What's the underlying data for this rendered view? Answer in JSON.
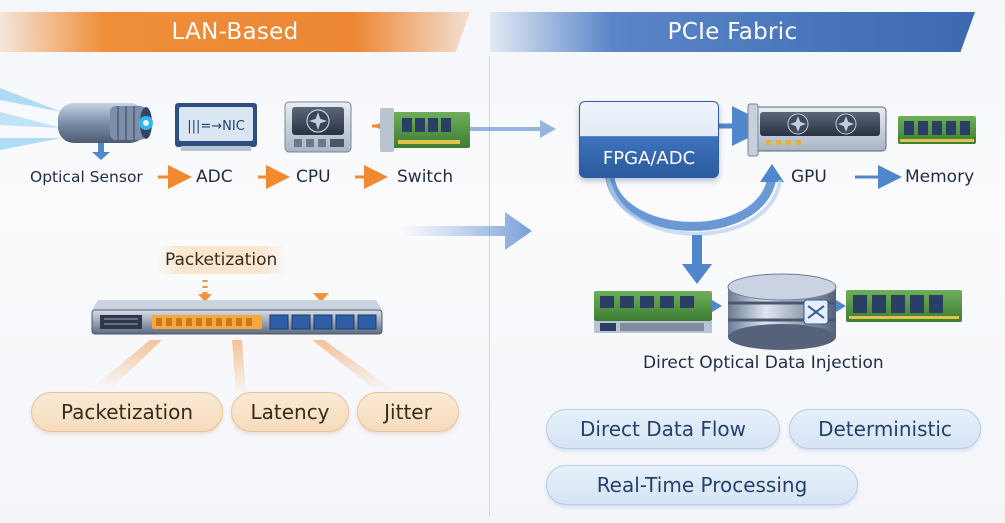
{
  "banners": {
    "left": "LAN-Based",
    "right": "PCIe Fabric"
  },
  "lan": {
    "nodes": [
      {
        "label": "Optical Sensor"
      },
      {
        "label": "ADC"
      },
      {
        "label": "CPU"
      },
      {
        "label": "Switch"
      }
    ],
    "nic_text": "|||=→NIC",
    "packetization_tag": "Packetization",
    "issues": [
      "Packetization",
      "Latency",
      "Jitter"
    ]
  },
  "pcie": {
    "fpga_label": "FPGA/ADC",
    "gpu_label": "GPU",
    "memory_label": "Memory",
    "injection_label": "Direct Optical Data Injection",
    "benefits": [
      "Direct Data Flow",
      "Deterministic",
      "Real-Time Processing"
    ]
  },
  "colors": {
    "orange": "#ef8f3a",
    "blue": "#3c69b0",
    "arrow_blue": "#4f86cc"
  }
}
